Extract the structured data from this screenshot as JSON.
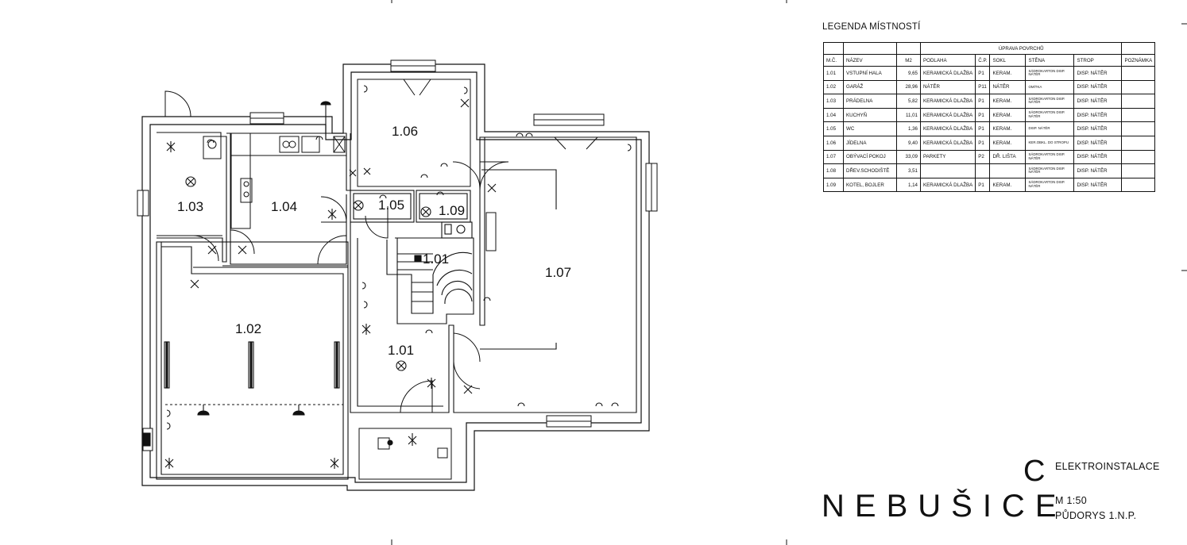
{
  "legend": {
    "title": "LEGENDA MÍSTNOSTÍ",
    "group_header": "ÚPRAVA POVRCHŮ",
    "headers": [
      "M.Č.",
      "NÁZEV",
      "M2",
      "PODLAHA",
      "Č.P.",
      "SOKL",
      "STĚNA",
      "STROP",
      "POZNÁMKA"
    ],
    "rows": [
      {
        "no": "1.01",
        "name": "VSTUPNÍ HALA",
        "area": "9,65",
        "floor": "KERAMICKÁ DLAŽBA",
        "cp": "P1",
        "base": "KERAM.",
        "wall": "SÁDROKARTON DISP. NÁTĚR",
        "ceiling": "DISP. NÁTĚR",
        "note": ""
      },
      {
        "no": "1.02",
        "name": "GARÁŽ",
        "area": "28,96",
        "floor": "NÁTĚR",
        "cp": "P11",
        "base": "NÁTĚR",
        "wall": "OMÍTKA",
        "ceiling": "DISP. NÁTĚR",
        "note": ""
      },
      {
        "no": "1.03",
        "name": "PRÁDELNA",
        "area": "5,82",
        "floor": "KERAMICKÁ DLAŽBA",
        "cp": "P1",
        "base": "KERAM.",
        "wall": "SÁDROKARTON DISP. NÁTĚR",
        "ceiling": "DISP. NÁTĚR",
        "note": ""
      },
      {
        "no": "1.04",
        "name": "KUCHYŇ",
        "area": "11,01",
        "floor": "KERAMICKÁ DLAŽBA",
        "cp": "P1",
        "base": "KERAM.",
        "wall": "SÁDROKARTON DISP. NÁTĚR",
        "ceiling": "DISP. NÁTĚR",
        "note": ""
      },
      {
        "no": "1.05",
        "name": "WC",
        "area": "1,36",
        "floor": "KERAMICKÁ DLAŽBA",
        "cp": "P1",
        "base": "KERAM.",
        "wall": "DISP. NÁTĚR",
        "ceiling": "DISP. NÁTĚR",
        "note": ""
      },
      {
        "no": "1.06",
        "name": "JÍDELNA",
        "area": "9,40",
        "floor": "KERAMICKÁ DLAŽBA",
        "cp": "P1",
        "base": "KERAM.",
        "wall": "KER.OBKL. DO STROPU",
        "ceiling": "DISP. NÁTĚR",
        "note": ""
      },
      {
        "no": "1.07",
        "name": "OBÝVACÍ POKOJ",
        "area": "33,09",
        "floor": "PARKETY",
        "cp": "P2",
        "base": "DŘ. LIŠTA",
        "wall": "SÁDROKARTON DISP. NÁTĚR",
        "ceiling": "DISP. NÁTĚR",
        "note": ""
      },
      {
        "no": "1.08",
        "name": "DŘEV.SCHODIŠTĚ",
        "area": "3,51",
        "floor": "",
        "cp": "",
        "base": "",
        "wall": "SÁDROKARTON DISP. NÁTĚR",
        "ceiling": "DISP. NÁTĚR",
        "note": ""
      },
      {
        "no": "1.09",
        "name": "KOTEL, BOJLER",
        "area": "1,14",
        "floor": "KERAMICKÁ DLAŽBA",
        "cp": "P1",
        "base": "KERAM.",
        "wall": "SÁDROKARTON DISP. NÁTĚR",
        "ceiling": "DISP. NÁTĚR",
        "note": ""
      }
    ]
  },
  "rooms": [
    {
      "id": "1.06"
    },
    {
      "id": "1.04"
    },
    {
      "id": "1.03"
    },
    {
      "id": "1.05"
    },
    {
      "id": "1.09"
    },
    {
      "id": "1.01"
    },
    {
      "id": "1.07"
    },
    {
      "id": "1.02"
    },
    {
      "id": "1.01"
    }
  ],
  "title_block": {
    "letter": "C",
    "city": "NEBUŠICE",
    "discipline": "ELEKTROINSTALACE",
    "scale": "M 1:50",
    "sheet": "PŮDORYS 1.N.P."
  }
}
